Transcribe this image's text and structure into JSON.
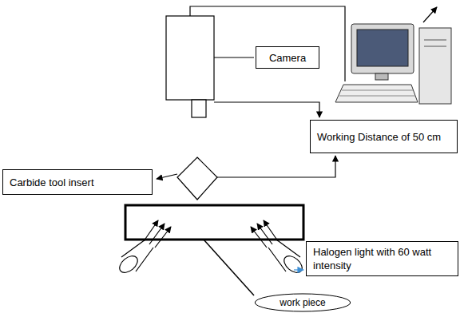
{
  "diagram": {
    "nodes": [
      {
        "text": [
          "Camera"
        ]
      },
      {
        "text": [
          "Working Distance of 50 cm"
        ]
      },
      {
        "text": [
          "Carbide tool insert"
        ]
      },
      {
        "text": [
          "Halogen light with 60 watt intensity"
        ]
      },
      {
        "text": [
          "work piece"
        ]
      }
    ]
  }
}
